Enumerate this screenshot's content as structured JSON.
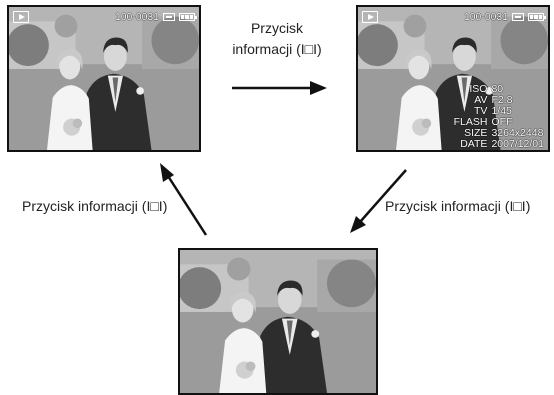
{
  "screens": {
    "top_left": {
      "file_number": "100-0031"
    },
    "top_right": {
      "file_number": "100-0031",
      "info": [
        {
          "label": "ISO",
          "value": "80"
        },
        {
          "label": "AV",
          "value": "F2.8"
        },
        {
          "label": "TV",
          "value": "1/45"
        },
        {
          "label": "FLASH",
          "value": "OFF"
        },
        {
          "label": "SIZE",
          "value": "3264x2448"
        },
        {
          "label": "DATE",
          "value": "2007/12/01"
        }
      ]
    },
    "bottom": {}
  },
  "captions": {
    "top_line1": "Przycisk",
    "top_line2": "informacji (I□I)",
    "left": "Przycisk informacji (I□I)",
    "right": "Przycisk informacji (I□I)"
  },
  "icons": [
    "playback-icon",
    "file-icon",
    "battery-icon",
    "arrow-right-icon",
    "arrow-down-left-icon",
    "arrow-up-left-icon"
  ],
  "colors": {
    "ink": "#111111",
    "osd_text": "#ffffff",
    "photo_gray": "#8d8d8d"
  }
}
